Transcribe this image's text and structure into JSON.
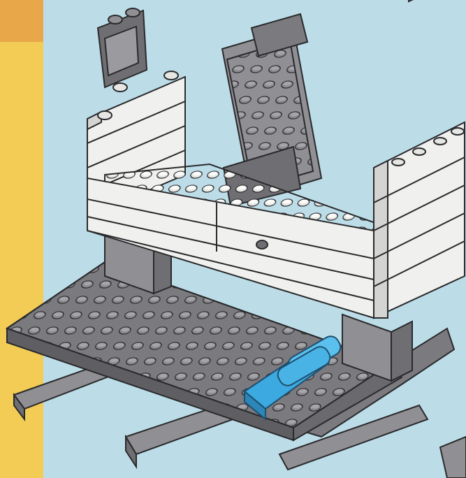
{
  "illustration": {
    "subject": "brick-castle-build-step",
    "colors": {
      "background": "#bcdde8",
      "side_strip_orange": "#e8a84a",
      "side_strip_yellow": "#f2cc55",
      "brick_dark_gray": "#6f6f73",
      "brick_gray": "#8f8f94",
      "brick_light_gray": "#a9a9ae",
      "brick_white": "#f0f0ee",
      "brick_white_shade": "#d4d4d2",
      "part_blue": "#3ca9e0",
      "outline": "#2a2a2c"
    },
    "parts": [
      "baseplate",
      "support-beams",
      "gray-pillars",
      "white-wall-front",
      "white-wall-left-tower",
      "white-wall-right-tower",
      "tilted-gray-panel",
      "hinge-flap",
      "blue-cannon"
    ]
  }
}
